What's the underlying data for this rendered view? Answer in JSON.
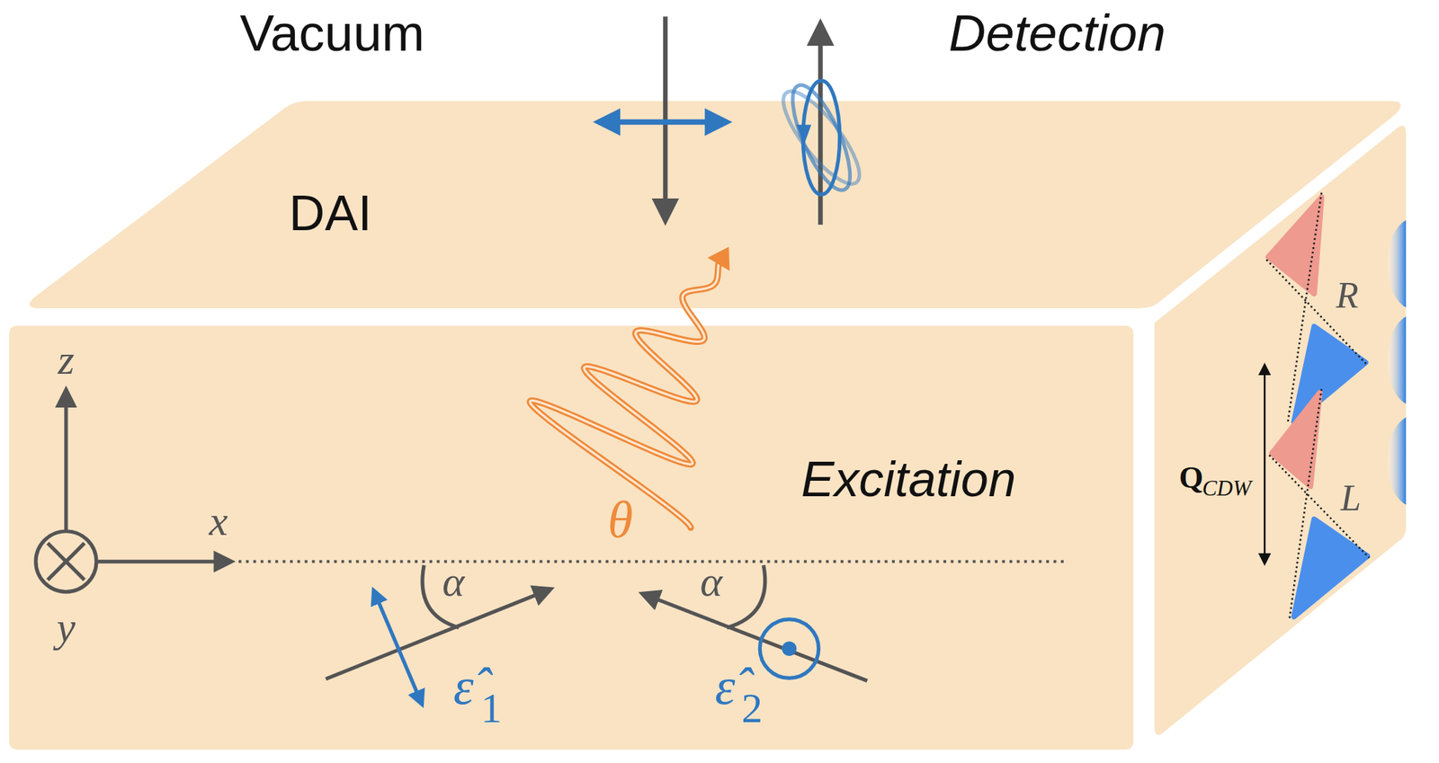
{
  "diagram": {
    "labels": [
      "Vacuum",
      "Detection",
      "DAI",
      "Excitation",
      "z",
      "x",
      "y",
      "θ",
      "α",
      "α",
      "ε̂",
      "1",
      "ε̂",
      "2",
      "R",
      "L",
      "Q",
      "CDW"
    ]
  }
}
